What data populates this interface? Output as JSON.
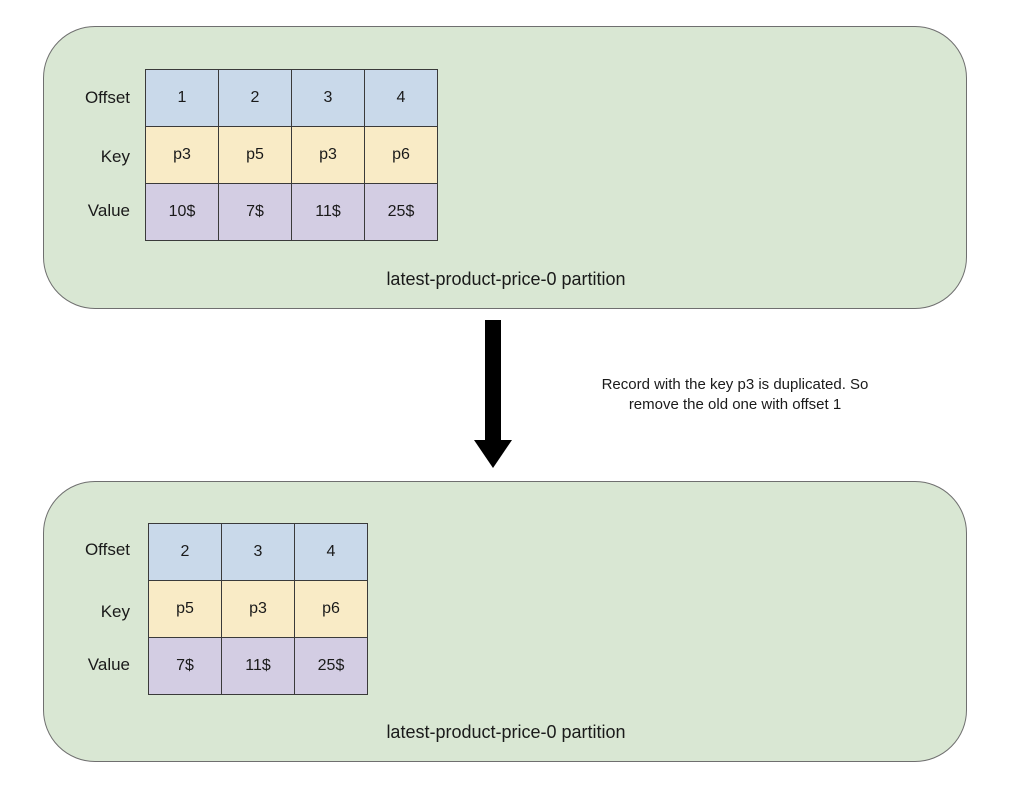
{
  "top_partition": {
    "row_labels": {
      "offset": "Offset",
      "key": "Key",
      "value": "Value"
    },
    "offsets": [
      "1",
      "2",
      "3",
      "4"
    ],
    "keys": [
      "p3",
      "p5",
      "p3",
      "p6"
    ],
    "values": [
      "10$",
      "7$",
      "11$",
      "25$"
    ],
    "caption": "latest-product-price-0 partition"
  },
  "transition": {
    "note_line1": "Record with the key p3 is duplicated. So",
    "note_line2": "remove the old one  with offset 1",
    "arrow_icon": "arrow-down-icon"
  },
  "bottom_partition": {
    "row_labels": {
      "offset": "Offset",
      "key": "Key",
      "value": "Value"
    },
    "offsets": [
      "2",
      "3",
      "4"
    ],
    "keys": [
      "p5",
      "p3",
      "p6"
    ],
    "values": [
      "7$",
      "11$",
      "25$"
    ],
    "caption": "latest-product-price-0 partition"
  },
  "colors": {
    "panel": "#d9e7d3",
    "offset_row": "#c9d9ea",
    "key_row": "#f9ebc6",
    "value_row": "#d3cde3"
  }
}
